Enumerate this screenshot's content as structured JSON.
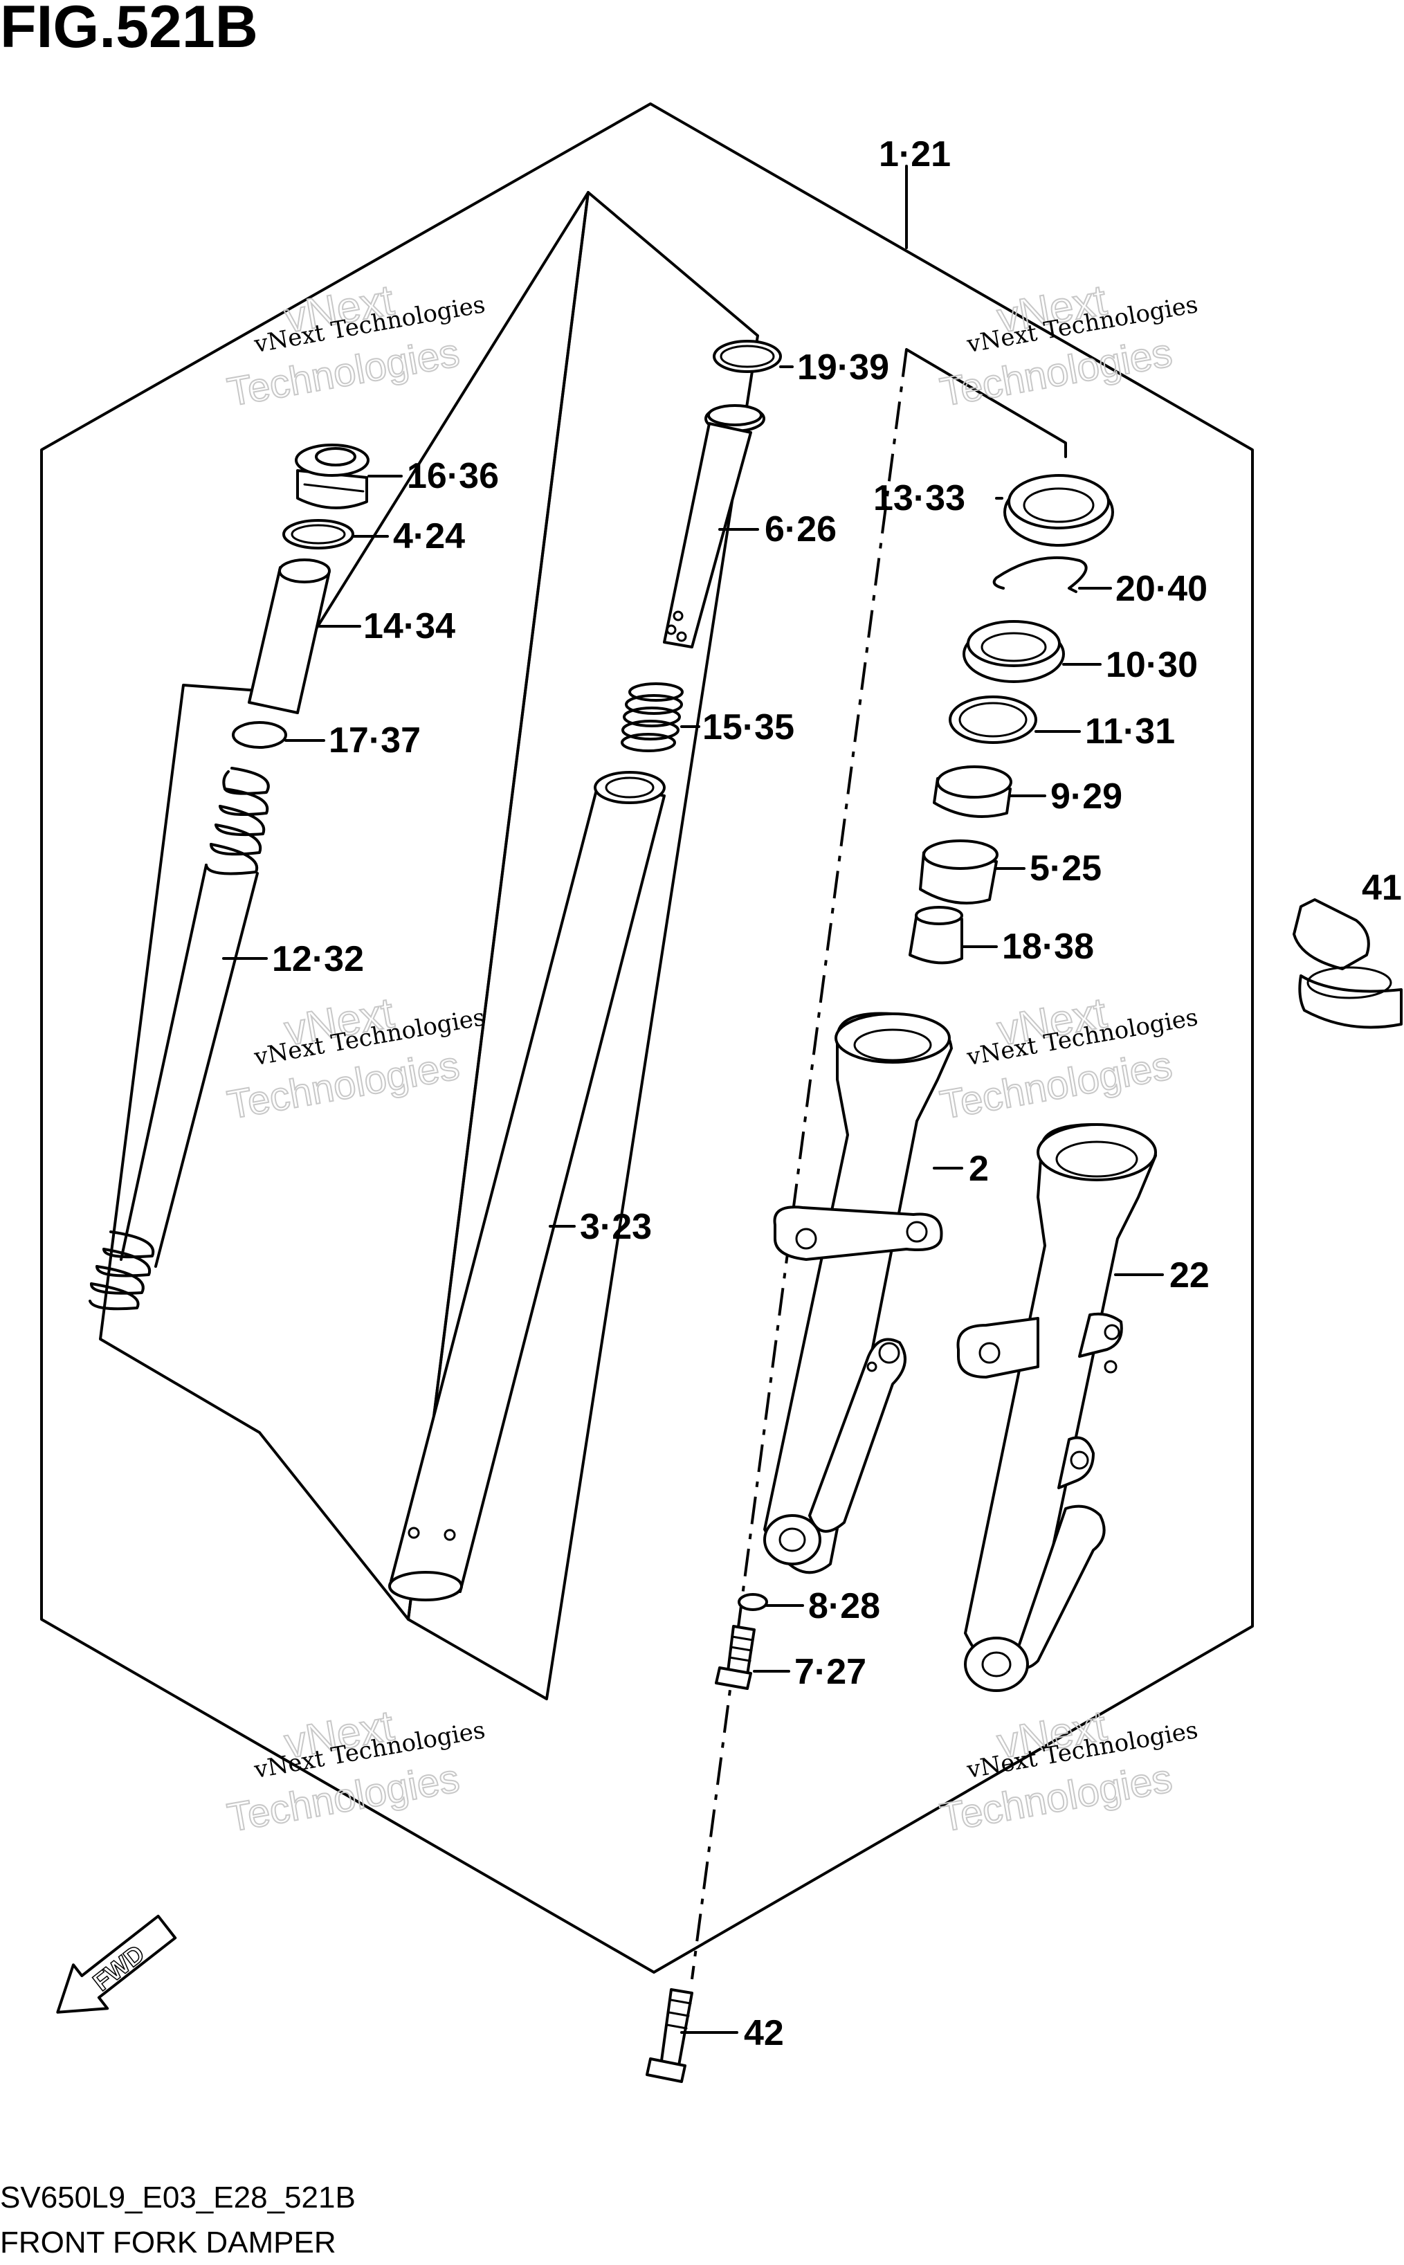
{
  "figure_title": "FIG.521B",
  "footer": {
    "code": "SV650L9_E03_E28_521B",
    "name": "FRONT FORK DAMPER"
  },
  "fwd_label": "FWD",
  "watermark": {
    "line1": "vNext Technologies",
    "line2": "vNext",
    "line3": "Technologies"
  },
  "callouts": [
    "1·21",
    "19·39",
    "16·36",
    "4·24",
    "6·26",
    "13·33",
    "20·40",
    "14·34",
    "10·30",
    "15·35",
    "11·31",
    "17·37",
    "9·29",
    "5·25",
    "41",
    "18·38",
    "12·32",
    "2",
    "3·23",
    "22",
    "8·28",
    "7·27",
    "42"
  ]
}
